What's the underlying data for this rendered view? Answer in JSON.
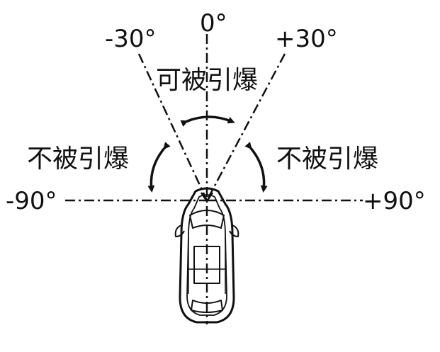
{
  "diagram": {
    "angles": {
      "zero": "0°",
      "minus30": "-30°",
      "plus30": "+30°",
      "minus90": "-90°",
      "plus90": "+90°"
    },
    "zones": {
      "center": "可被引爆",
      "left": "不被引爆",
      "right": "不被引爆"
    },
    "colors": {
      "ink": "#111111",
      "background": "#ffffff"
    },
    "icons": {
      "vehicle": "car-top-view-icon",
      "arrow": "curved-double-arrow-icon"
    }
  }
}
